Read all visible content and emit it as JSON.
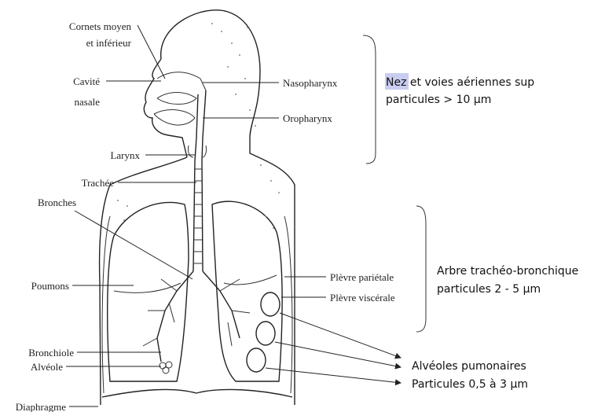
{
  "anatomy_labels": {
    "cornets": [
      "Cornets moyen",
      "et inférieur"
    ],
    "cavite": [
      "Cavité",
      "nasale"
    ],
    "larynx": "Larynx",
    "trachee": "Trachée",
    "bronches": "Bronches",
    "poumons": "Poumons",
    "bronchiole": "Bronchiole",
    "alveole": "Alvéole",
    "diaphragme": "Diaphragme",
    "nasopharynx": "Nasopharynx",
    "oropharynx": "Oropharynx",
    "plevre_parietale": "Plèvre pariétale",
    "plevre_viscerale": "Plèvre viscérale"
  },
  "annotations": {
    "upper": {
      "highlight": "Nez",
      "line1_rest": " et voies aériennes sup",
      "line2": "particules > 10 µm"
    },
    "middle": {
      "line1": "Arbre trachéo-bronchique",
      "line2": "particules 2 - 5 µm"
    },
    "lower": {
      "line1": "Alvéoles pumonaires",
      "line2": "Particules 0,5 à 3 µm"
    }
  }
}
